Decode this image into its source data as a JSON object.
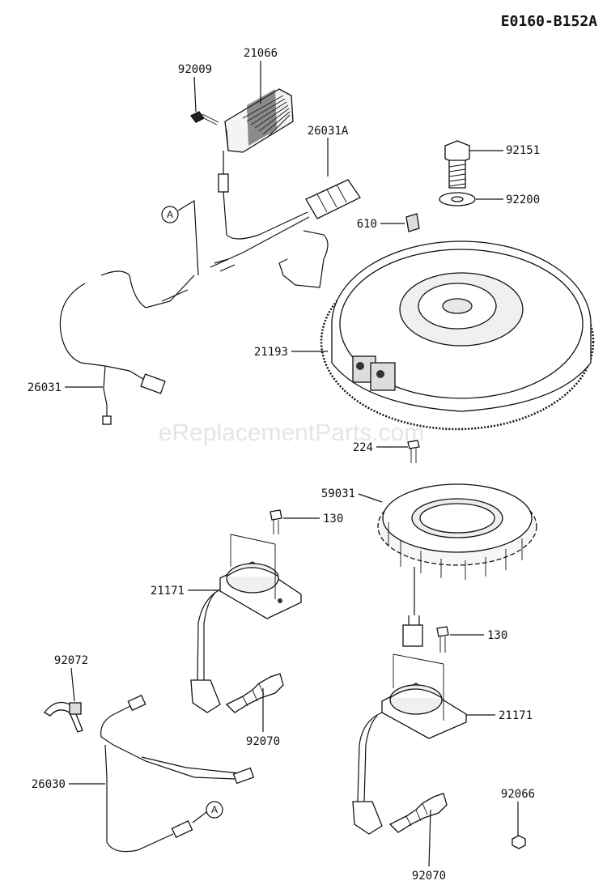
{
  "diagram_code": "E0160-B152A",
  "watermark": "eReplacementParts.com",
  "callout_ref": "A",
  "part_labels": {
    "p92009": "92009",
    "p21066": "21066",
    "p26031A": "26031A",
    "p92151": "92151",
    "p92200": "92200",
    "p610": "610",
    "p21193": "21193",
    "p26031": "26031",
    "p224": "224",
    "p59031": "59031",
    "p130a": "130",
    "p21171a": "21171",
    "p130b": "130",
    "p92072": "92072",
    "p21171b": "21171",
    "p92070a": "92070",
    "p26030": "26030",
    "p92066": "92066",
    "p92070b": "92070"
  }
}
